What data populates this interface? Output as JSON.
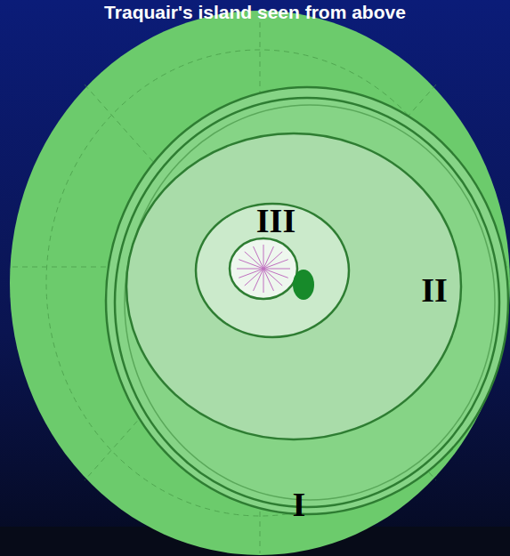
{
  "diagram": {
    "title": "Traquair's island seen from above",
    "labels": [
      "III",
      "II",
      "I"
    ]
  }
}
